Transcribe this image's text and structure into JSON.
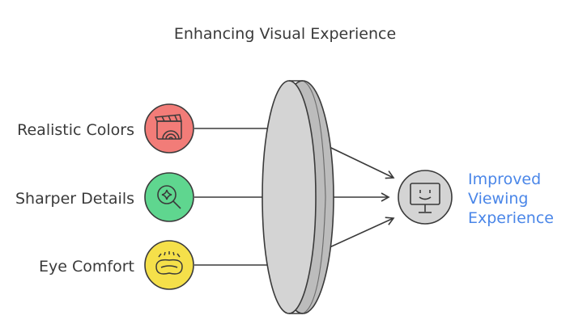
{
  "title": "Enhancing Visual Experience",
  "inputs": [
    {
      "label": "Realistic Colors",
      "icon": "clapperboard-rainbow-icon",
      "color": "#f27c78"
    },
    {
      "label": "Sharper Details",
      "icon": "magnifier-sparkle-icon",
      "color": "#5fd68f"
    },
    {
      "label": "Eye Comfort",
      "icon": "sleep-mask-icon",
      "color": "#f5e04a"
    }
  ],
  "lens": {
    "icon": "lens-icon",
    "color": "#d4d4d4"
  },
  "output": {
    "lines": [
      "Improved",
      "Viewing",
      "Experience"
    ],
    "icon": "smiling-monitor-icon",
    "color": "#d4d4d4",
    "text_color": "#4a86e8"
  }
}
